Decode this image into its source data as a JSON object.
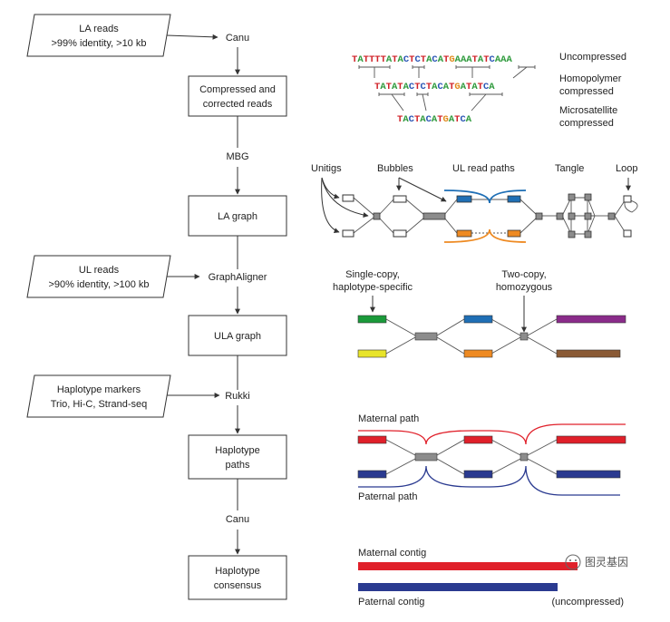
{
  "flow": {
    "la_input": {
      "line1": "LA reads",
      "line2": ">99% identity, >10 kb"
    },
    "canu1": "Canu",
    "compressed": {
      "line1": "Compressed and",
      "line2": "corrected reads"
    },
    "mbg": "MBG",
    "la_graph": "LA graph",
    "ul_input": {
      "line1": "UL reads",
      "line2": ">90% identity, >100 kb"
    },
    "graphaligner": "GraphAligner",
    "ula_graph": "ULA graph",
    "hap_input": {
      "line1": "Haplotype markers",
      "line2": "Trio, Hi-C, Strand-seq"
    },
    "rukki": "Rukki",
    "hap_paths": {
      "line1": "Haplotype",
      "line2": "paths"
    },
    "canu2": "Canu",
    "hap_consensus": {
      "line1": "Haplotype",
      "line2": "consensus"
    }
  },
  "compression": {
    "seq1": "TATTTTATACTCTACATGAAATATCAAA",
    "seq2": "TATATACTCTACATGATATCA",
    "seq3": "TACTACATGATCA",
    "label1": "Uncompressed",
    "label2a": "Homopolymer",
    "label2b": "compressed",
    "label3a": "Microsatellite",
    "label3b": "compressed",
    "base_colors": {
      "T": "#d0232a",
      "A": "#2e9a3c",
      "C": "#2a55b5",
      "G": "#e08a1c"
    }
  },
  "graph_labels": {
    "unitigs": "Unitigs",
    "bubbles": "Bubbles",
    "ul_read_paths": "UL read paths",
    "tangle": "Tangle",
    "loop": "Loop"
  },
  "haplotype_labels": {
    "single_copy_1": "Single-copy,",
    "single_copy_2": "haplotype-specific",
    "two_copy_1": "Two-copy,",
    "two_copy_2": "homozygous"
  },
  "paths": {
    "maternal_path": "Maternal path",
    "paternal_path": "Paternal path"
  },
  "contigs": {
    "maternal_contig": "Maternal contig",
    "paternal_contig": "Paternal contig",
    "uncompressed": "(uncompressed)"
  },
  "watermark": "图灵基因",
  "colors": {
    "blue": "#1f6fb5",
    "orange": "#ee8a22",
    "gray": "#8c8c8c",
    "green": "#1a9a3a",
    "yellow": "#e8e42a",
    "purple": "#8a2b8a",
    "brown": "#8a5a35",
    "red": "#e0202a",
    "navy": "#2a3a90"
  }
}
